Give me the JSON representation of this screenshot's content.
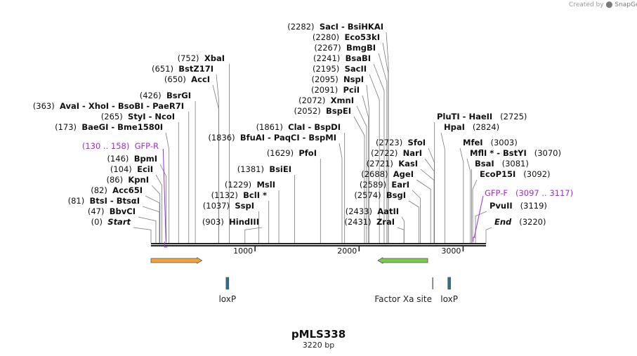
{
  "credit": {
    "prefix": "Created by",
    "brand": "SnapGene"
  },
  "plasmid": {
    "name": "pMLS338",
    "length_label": "3220 bp",
    "length": 3220
  },
  "ruler": [
    {
      "bp": 1000,
      "label": "1000"
    },
    {
      "bp": 2000,
      "label": "2000"
    },
    {
      "bp": 3000,
      "label": "3000"
    }
  ],
  "sites": [
    {
      "bp": 2282,
      "line_bp": 2282,
      "pos": "(2282)",
      "names": [
        "SacI",
        "BsiHKAI"
      ]
    },
    {
      "bp": 2280,
      "line_bp": 2280,
      "pos": "(2280)",
      "names": [
        "Eco53kI"
      ]
    },
    {
      "bp": 2267,
      "line_bp": 2267,
      "pos": "(2267)",
      "names": [
        "BmgBI"
      ]
    },
    {
      "bp": 2241,
      "line_bp": 2241,
      "pos": "(2241)",
      "names": [
        "BsaBI"
      ]
    },
    {
      "bp": 2195,
      "line_bp": 2195,
      "pos": "(2195)",
      "names": [
        "SacII"
      ]
    },
    {
      "bp": 2095,
      "line_bp": 2095,
      "pos": "(2095)",
      "names": [
        "NspI"
      ]
    },
    {
      "bp": 2091,
      "line_bp": 2091,
      "pos": "(2091)",
      "names": [
        "PciI"
      ]
    },
    {
      "bp": 2072,
      "line_bp": 2072,
      "pos": "(2072)",
      "names": [
        "XmnI"
      ]
    },
    {
      "bp": 2052,
      "line_bp": 2052,
      "pos": "(2052)",
      "names": [
        "BspEI"
      ]
    },
    {
      "bp": 1861,
      "line_bp": 1861,
      "pos": "(1861)",
      "names": [
        "ClaI",
        "BspDI"
      ]
    },
    {
      "bp": 1836,
      "line_bp": 1836,
      "pos": "(1836)",
      "names": [
        "BfuAI",
        "PaqCI",
        "BspMI"
      ]
    },
    {
      "bp": 1629,
      "line_bp": 1629,
      "pos": "(1629)",
      "names": [
        "PfoI"
      ]
    },
    {
      "bp": 1381,
      "line_bp": 1381,
      "pos": "(1381)",
      "names": [
        "BsiEI"
      ]
    },
    {
      "bp": 1229,
      "line_bp": 1229,
      "pos": "(1229)",
      "names": [
        "MslI"
      ]
    },
    {
      "bp": 1132,
      "line_bp": 1132,
      "pos": "(1132)",
      "names": [
        "BclI *"
      ]
    },
    {
      "bp": 1037,
      "line_bp": 1037,
      "pos": "(1037)",
      "names": [
        "SspI"
      ]
    },
    {
      "bp": 903,
      "line_bp": 903,
      "pos": "(903)",
      "names": [
        "HindIII"
      ]
    },
    {
      "bp": 752,
      "line_bp": 752,
      "pos": "(752)",
      "names": [
        "XbaI"
      ]
    },
    {
      "bp": 651,
      "line_bp": 651,
      "pos": "(651)",
      "names": [
        "BstZ17I"
      ]
    },
    {
      "bp": 650,
      "line_bp": 650,
      "pos": "(650)",
      "names": [
        "AccI"
      ]
    },
    {
      "bp": 426,
      "line_bp": 426,
      "pos": "(426)",
      "names": [
        "BsrGI"
      ]
    },
    {
      "bp": 363,
      "line_bp": 363,
      "pos": "(363)",
      "names": [
        "AvaI",
        "XhoI",
        "BsoBI",
        "PaeR7I"
      ]
    },
    {
      "bp": 265,
      "line_bp": 265,
      "pos": "(265)",
      "names": [
        "StyI",
        "NcoI"
      ]
    },
    {
      "bp": 173,
      "line_bp": 173,
      "pos": "(173)",
      "names": [
        "BaeGI",
        "Bme1580I"
      ]
    },
    {
      "bp": 146,
      "line_bp": 146,
      "pos": "(146)",
      "names": [
        "BpmI"
      ]
    },
    {
      "bp": 104,
      "line_bp": 104,
      "pos": "(104)",
      "names": [
        "EciI"
      ]
    },
    {
      "bp": 86,
      "line_bp": 86,
      "pos": "(86)",
      "names": [
        "KpnI"
      ]
    },
    {
      "bp": 82,
      "line_bp": 82,
      "pos": "(82)",
      "names": [
        "Acc65I"
      ]
    },
    {
      "bp": 81,
      "line_bp": 81,
      "pos": "(81)",
      "names": [
        "BtsI",
        "BtsαI"
      ]
    },
    {
      "bp": 47,
      "line_bp": 47,
      "pos": "(47)",
      "names": [
        "BbvCI"
      ]
    },
    {
      "bp": 0,
      "line_bp": 0,
      "pos": "(0)",
      "names": [
        "Start"
      ],
      "italic": true
    },
    {
      "bp": 2723,
      "line_bp": 2723,
      "pos": "(2723)",
      "names": [
        "SfoI"
      ]
    },
    {
      "bp": 2722,
      "line_bp": 2722,
      "pos": "(2722)",
      "names": [
        "NarI"
      ]
    },
    {
      "bp": 2721,
      "line_bp": 2721,
      "pos": "(2721)",
      "names": [
        "KasI"
      ]
    },
    {
      "bp": 2688,
      "line_bp": 2688,
      "pos": "(2688)",
      "names": [
        "AgeI"
      ]
    },
    {
      "bp": 2589,
      "line_bp": 2589,
      "pos": "(2589)",
      "names": [
        "EarI"
      ]
    },
    {
      "bp": 2574,
      "line_bp": 2574,
      "pos": "(2574)",
      "names": [
        "BsgI"
      ]
    },
    {
      "bp": 2433,
      "line_bp": 2433,
      "pos": "(2433)",
      "names": [
        "AatII"
      ]
    },
    {
      "bp": 2431,
      "line_bp": 2431,
      "pos": "(2431)",
      "names": [
        "ZraI"
      ]
    },
    {
      "bp": 2725,
      "line_bp": 2725,
      "pos": "(2725)",
      "names": [
        "PluTI",
        "HaeII"
      ],
      "pos_after": true
    },
    {
      "bp": 2824,
      "line_bp": 2824,
      "pos": "(2824)",
      "names": [
        "HpaI"
      ],
      "pos_after": true
    },
    {
      "bp": 3003,
      "line_bp": 3003,
      "pos": "(3003)",
      "names": [
        "MfeI"
      ],
      "pos_after": true
    },
    {
      "bp": 3070,
      "line_bp": 3070,
      "pos": "(3070)",
      "names": [
        "MflI *",
        "BstYI"
      ],
      "pos_after": true
    },
    {
      "bp": 3081,
      "line_bp": 3081,
      "pos": "(3081)",
      "names": [
        "BsaI"
      ],
      "pos_after": true
    },
    {
      "bp": 3092,
      "line_bp": 3092,
      "pos": "(3092)",
      "names": [
        "EcoP15I"
      ],
      "pos_after": true
    },
    {
      "bp": 3119,
      "line_bp": 3119,
      "pos": "(3119)",
      "names": [
        "PvuII"
      ],
      "pos_after": true
    },
    {
      "bp": 3220,
      "line_bp": 3220,
      "pos": "(3220)",
      "names": [
        "End"
      ],
      "italic": true,
      "pos_after": true
    }
  ],
  "primers": [
    {
      "name": "GFP-R",
      "range": "(130 .. 158)",
      "start": 130,
      "end": 158,
      "label_side": "left"
    },
    {
      "name": "GFP-F",
      "range": "(3097 .. 3117)",
      "start": 3097,
      "end": 3117,
      "label_side": "right"
    }
  ],
  "features": [
    {
      "type": "arrow",
      "start": 0,
      "end": 490,
      "direction": "forward",
      "color": "#f0a33a",
      "label": ""
    },
    {
      "type": "arrow",
      "start": 2180,
      "end": 2660,
      "direction": "reverse",
      "color": "#7ec850",
      "label": ""
    },
    {
      "type": "box",
      "start": 718,
      "end": 751,
      "color": "#2f6d8c",
      "label": "loxP"
    },
    {
      "type": "tick",
      "start": 2702,
      "end": 2714,
      "color": "#444444",
      "label": "Factor Xa site"
    },
    {
      "type": "box",
      "start": 2850,
      "end": 2883,
      "color": "#2f6d8c",
      "label": "loxP"
    }
  ],
  "colors": {
    "primer": "#a12ad8",
    "backbone": "#222222"
  }
}
